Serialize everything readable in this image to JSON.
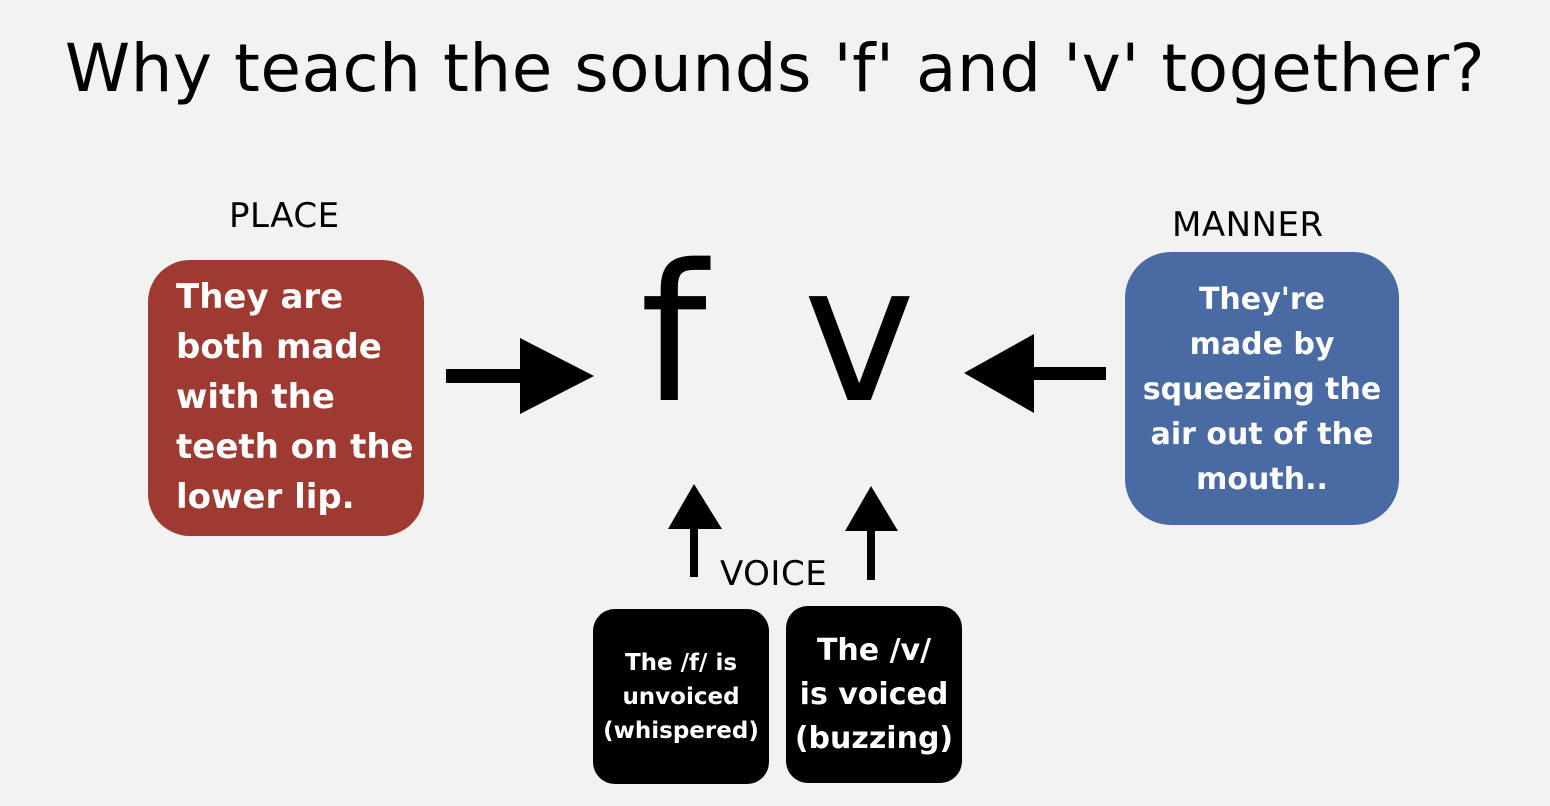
{
  "title": "Why teach the sounds 'f' and 'v' together?",
  "place": {
    "label": "PLACE",
    "lines": [
      "They are",
      "both made",
      "with the",
      "teeth on the",
      "lower lip."
    ],
    "color": "#9e3a31"
  },
  "manner": {
    "label": "MANNER",
    "lines": [
      "They're",
      "made by",
      "squeezing the",
      "air out of the",
      "mouth.."
    ],
    "color": "#4a6aa3"
  },
  "sounds": {
    "f": "f",
    "v": "v"
  },
  "voice": {
    "label": "VOICE",
    "f_box": {
      "lines": [
        "The /f/ is",
        "unvoiced",
        "(whispered)"
      ]
    },
    "v_box": {
      "lines": [
        "The /v/",
        "is voiced",
        "(buzzing)"
      ]
    }
  }
}
